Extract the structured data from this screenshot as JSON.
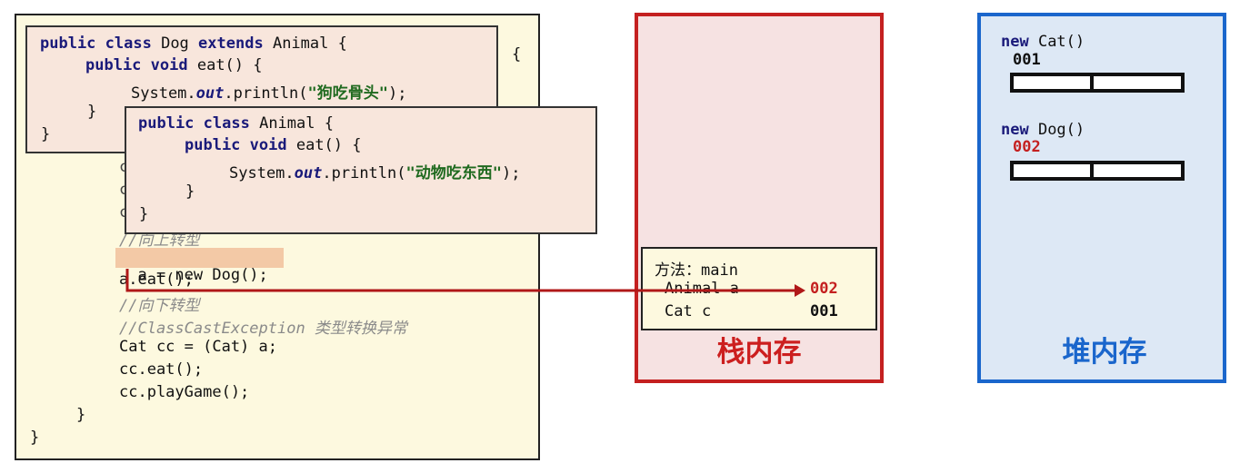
{
  "main_code": {
    "brace_top": "{",
    "line_a1": "//向上转型",
    "line_a2": "a = new Dog();",
    "line_a3": "a.eat();",
    "line_a4": "//向下转型",
    "line_a5": "//ClassCastException 类型转换异常",
    "line_a6": "Cat cc = (Cat) a;",
    "line_a7": "cc.eat();",
    "line_a8": "cc.playGame();",
    "close1": "}",
    "close2": "}",
    "partial_char": "c"
  },
  "dog_code": {
    "kw_public_class": "public class",
    "name": "Dog",
    "kw_extends": "extends",
    "parent": "Animal",
    "open": "{",
    "kw_public_void": "public void",
    "method": "eat() {",
    "sys": "System.",
    "out": "out",
    "println": ".println(",
    "str": "\"狗吃骨头\"",
    "end": ");",
    "close_method": "}",
    "close_class": "}"
  },
  "animal_code": {
    "kw_public_class": "public class",
    "name": "Animal {",
    "kw_public_void": "public void",
    "method": "eat() {",
    "sys": "System.",
    "out": "out",
    "println": ".println(",
    "str": "\"动物吃东西\"",
    "end": ");",
    "close_method": "}",
    "close_class": "}"
  },
  "stack": {
    "label": "栈内存",
    "frame_title": "方法：main",
    "var1_name": "Animal a",
    "var1_value": "002",
    "var2_name": "Cat c",
    "var2_value": "001"
  },
  "heap": {
    "label": "堆内存",
    "obj1_kw": "new",
    "obj1_type": "Cat()",
    "obj1_addr": "001",
    "obj2_kw": "new",
    "obj2_type": "Dog()",
    "obj2_addr": "002"
  },
  "colors": {
    "stack_border": "#c42020",
    "heap_border": "#1a66cc",
    "arrow": "#b01818"
  }
}
